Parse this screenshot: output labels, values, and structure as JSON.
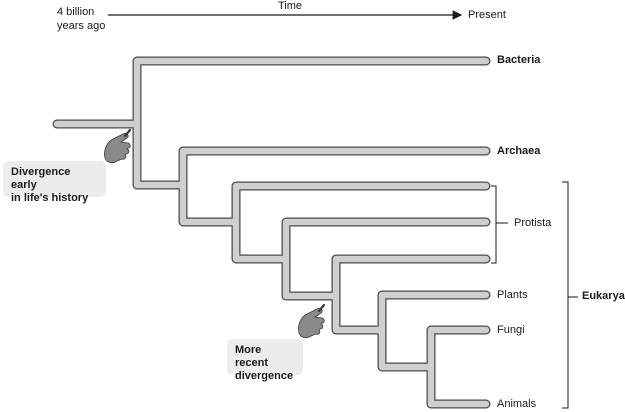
{
  "timeline": {
    "start_line1": "4 billion",
    "start_line2": "years ago",
    "axis_label": "Time",
    "end_label": "Present"
  },
  "taxa": {
    "bacteria": "Bacteria",
    "archaea": "Archaea",
    "protista": "Protista",
    "plants": "Plants",
    "fungi": "Fungi",
    "animals": "Animals",
    "eukarya": "Eukarya"
  },
  "callouts": {
    "early_line1": "Divergence early",
    "early_line2": "in life's history",
    "recent_line1": "More recent",
    "recent_line2": "divergence"
  },
  "icons": [
    "pointing-hand-icon",
    "pointing-hand-icon"
  ],
  "colors": {
    "branch_fill": "#cfcfcf",
    "branch_stroke": "#4a4a4a",
    "callout_bg": "#ececec"
  }
}
